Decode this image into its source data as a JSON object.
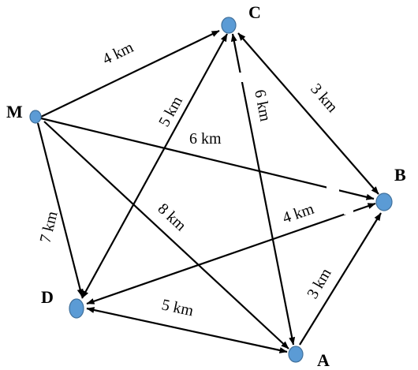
{
  "nodes": {
    "M": {
      "label": "M"
    },
    "C": {
      "label": "C"
    },
    "B": {
      "label": "B"
    },
    "A": {
      "label": "A"
    },
    "D": {
      "label": "D"
    }
  },
  "edges": [
    {
      "id": "M-C",
      "label": "4 km"
    },
    {
      "id": "C-B",
      "label": "3 km"
    },
    {
      "id": "M-B",
      "label": "6 km"
    },
    {
      "id": "M-D",
      "label": "7 km"
    },
    {
      "id": "M-A",
      "label": "8 km"
    },
    {
      "id": "C-D",
      "label": "5 km"
    },
    {
      "id": "C-A",
      "label": "6 km"
    },
    {
      "id": "B-D",
      "label": "4 km"
    },
    {
      "id": "A-B",
      "label": "3 km"
    },
    {
      "id": "D-A",
      "label": "5 km"
    }
  ],
  "colors": {
    "node_fill": "#5b9bd5",
    "edge": "#000000"
  }
}
